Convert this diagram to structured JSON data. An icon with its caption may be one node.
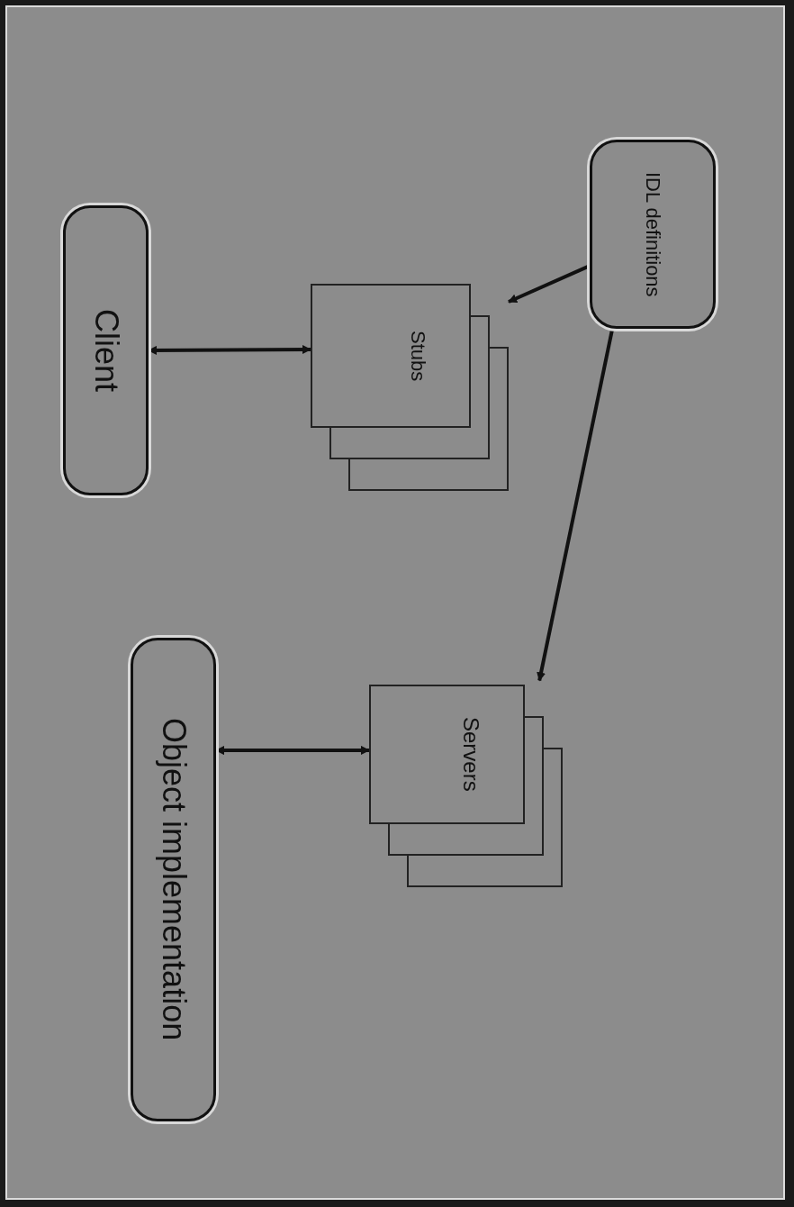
{
  "diagram": {
    "nodes": [
      {
        "text": [
          "IDL definitions"
        ]
      },
      {
        "text": [
          "Stubs"
        ]
      },
      {
        "text": [
          "Client"
        ]
      },
      {
        "text": [
          "Servers"
        ]
      },
      {
        "text": [
          "Object implementation"
        ]
      }
    ],
    "edges": [
      {
        "from": 0,
        "to": 1,
        "arrow": "to"
      },
      {
        "from": 0,
        "to": 3,
        "arrow": "to"
      },
      {
        "from": 2,
        "to": 1,
        "arrow": "both"
      },
      {
        "from": 4,
        "to": 3,
        "arrow": "both"
      }
    ]
  }
}
